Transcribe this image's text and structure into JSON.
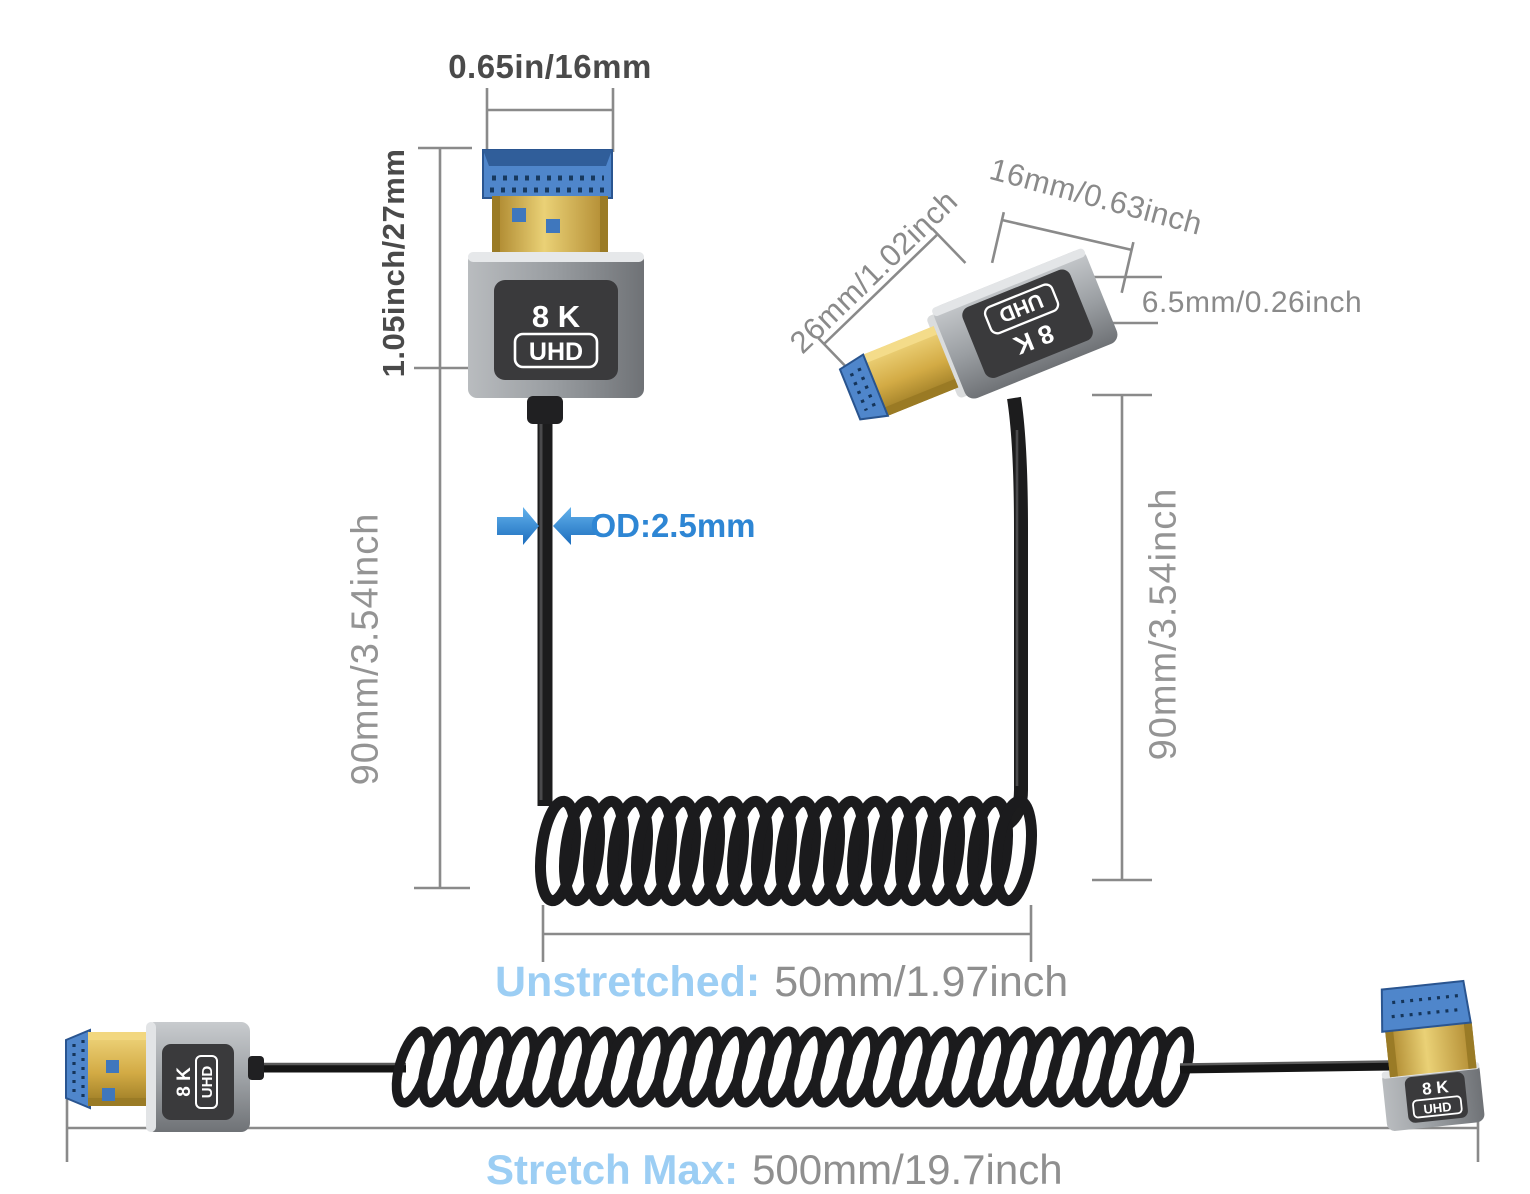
{
  "connector_badge": {
    "line1": "8 K",
    "line2": "UHD"
  },
  "labels": {
    "plug_width": "0.65in/16mm",
    "connector_height": "1.05inch/27mm",
    "adapter_width": "16mm/0.63inch",
    "adapter_length": "26mm/1.02inch",
    "adapter_thickness": "6.5mm/0.26inch",
    "cable_outer_diameter": "OD:2.5mm",
    "coil_drop_left": "90mm/3.54inch",
    "coil_drop_right": "90mm/3.54inch",
    "unstretched": {
      "label": "Unstretched:",
      "value": "50mm/1.97inch"
    },
    "stretch_max": {
      "label": "Stretch Max:",
      "value": "500mm/19.7inch"
    }
  },
  "colors": {
    "dimension_line": "#8a8a8a",
    "dark_label_text": "#4a4a4a",
    "gray_label_text": "#8f8f8f",
    "light_blue_label": "#9ccef4",
    "od_blue": "#2e86d4",
    "cable_black": "#1b1b1d",
    "connector_gold": "#e3bd55",
    "pin_blue": "#4f86cb"
  }
}
